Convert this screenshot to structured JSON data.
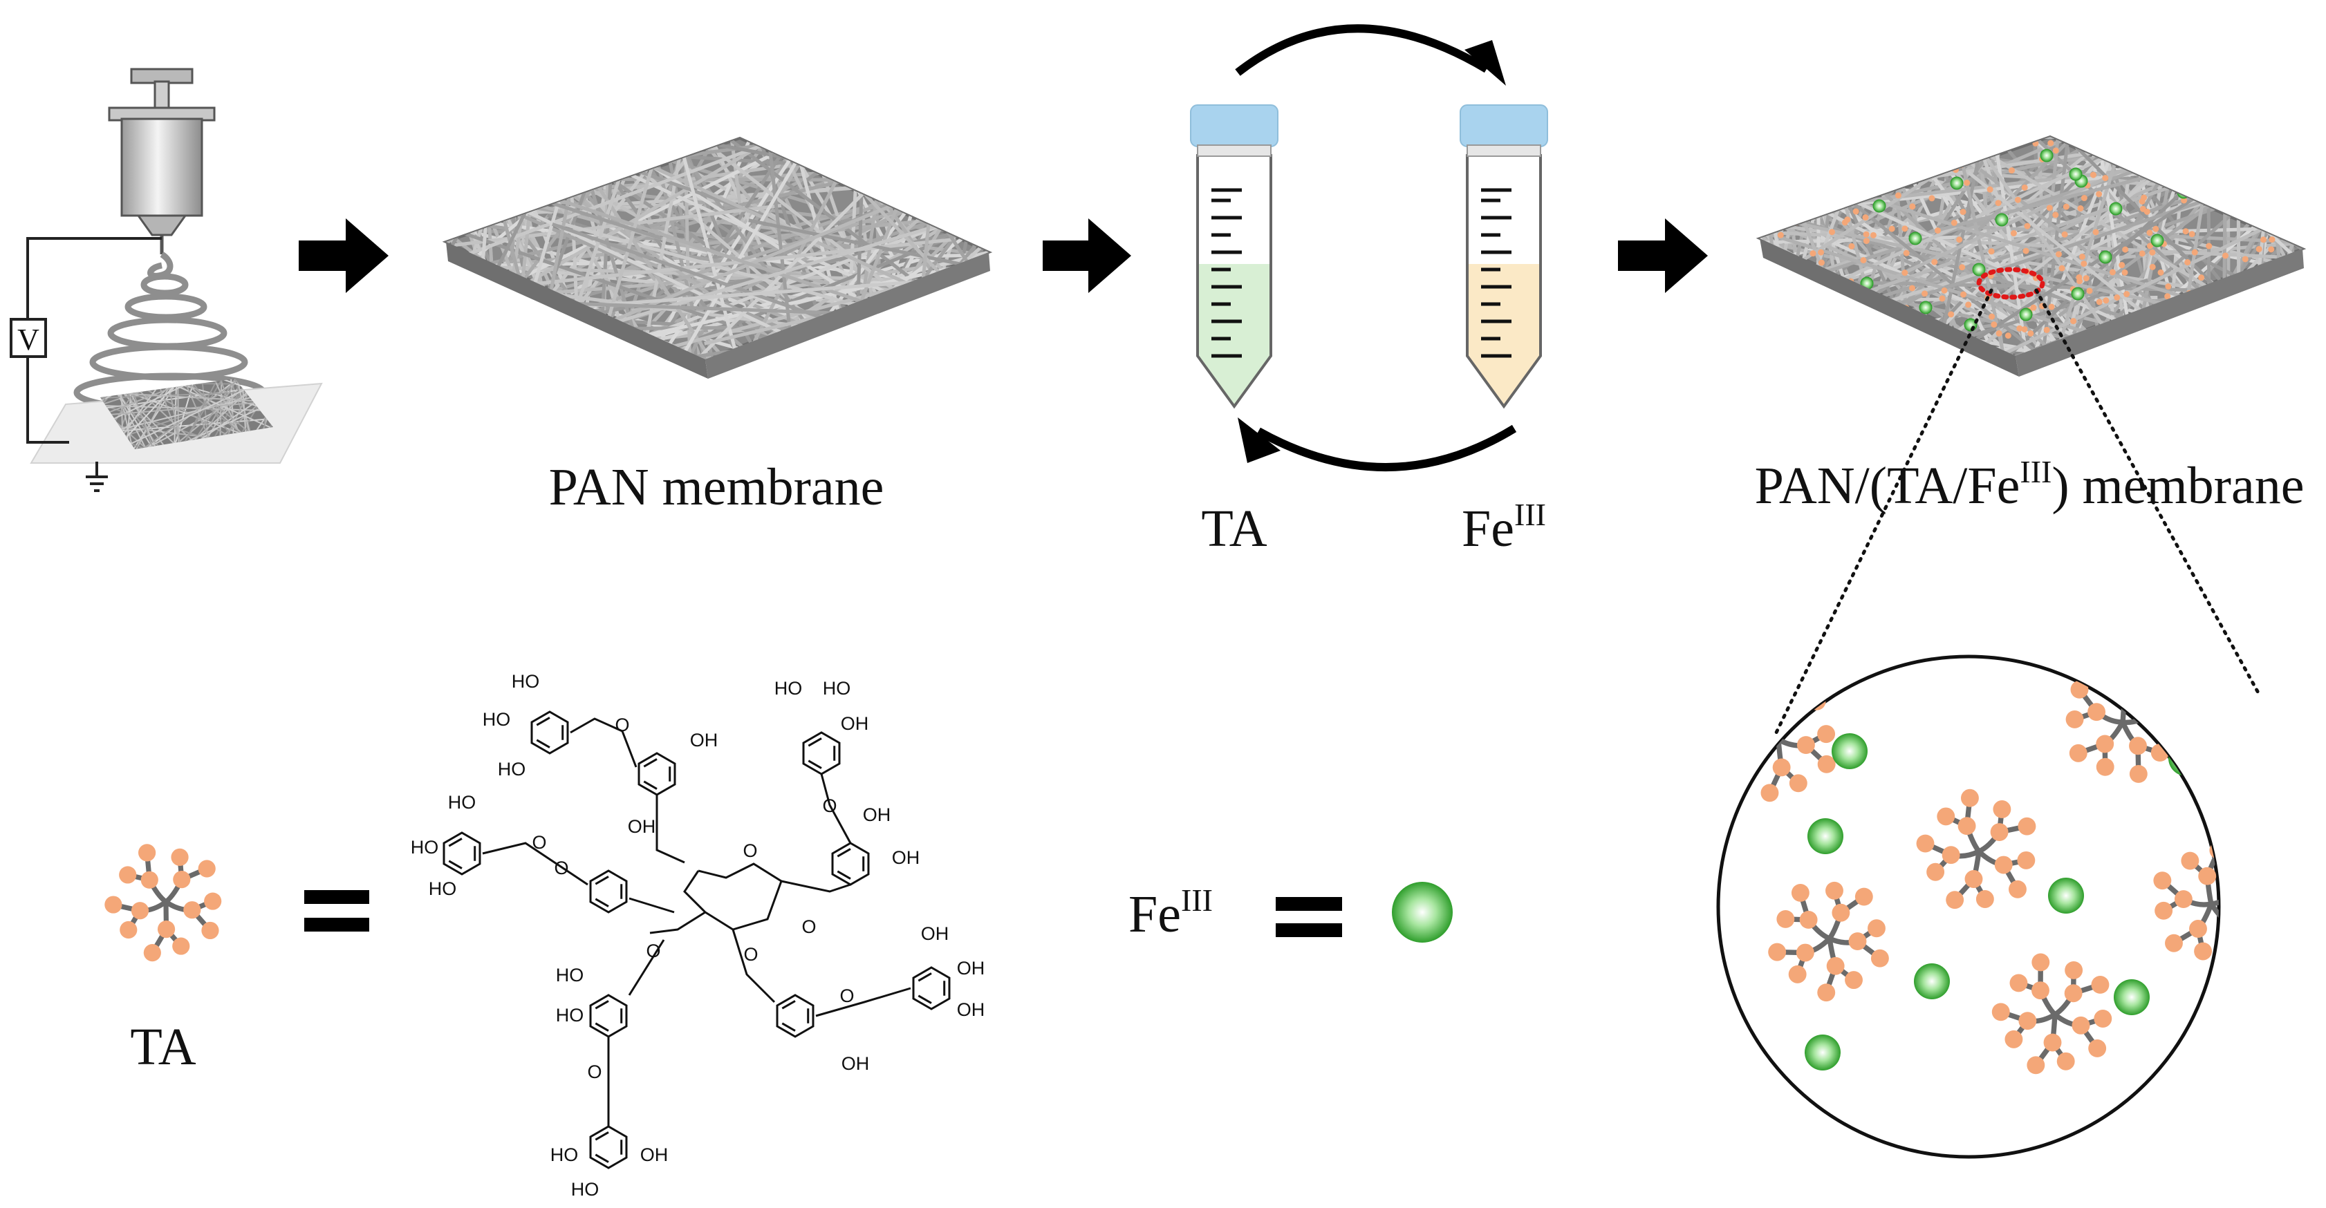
{
  "labels": {
    "pan_membrane": "PAN membrane",
    "ta_tube": "TA",
    "fe_tube_base": "Fe",
    "fe_tube_sup": "III",
    "product_prefix": "PAN/(TA/Fe",
    "product_sup": "III",
    "product_suffix": ") membrane",
    "voltage": "V",
    "legend_ta": "TA",
    "legend_fe_base": "Fe",
    "legend_fe_sup": "III",
    "equals_ta": "=",
    "equals_fe": "="
  },
  "chem_groups": [
    "HO",
    "OH",
    "O"
  ],
  "colors": {
    "membrane": "#8a8a8a",
    "ta_solution": "#d8efd4",
    "fe_solution": "#fbe9c6",
    "tube_cap": "#a9d3ee",
    "ta_node": "#f4a778",
    "fe_ion": "#3fb43c",
    "highlight": "#e01818"
  },
  "icons": [
    "syringe-icon",
    "voltage-source-icon",
    "ground-icon",
    "arrow-icon",
    "centrifuge-tube-icon",
    "cycle-arrow-icon",
    "magnifier-circle-icon"
  ]
}
